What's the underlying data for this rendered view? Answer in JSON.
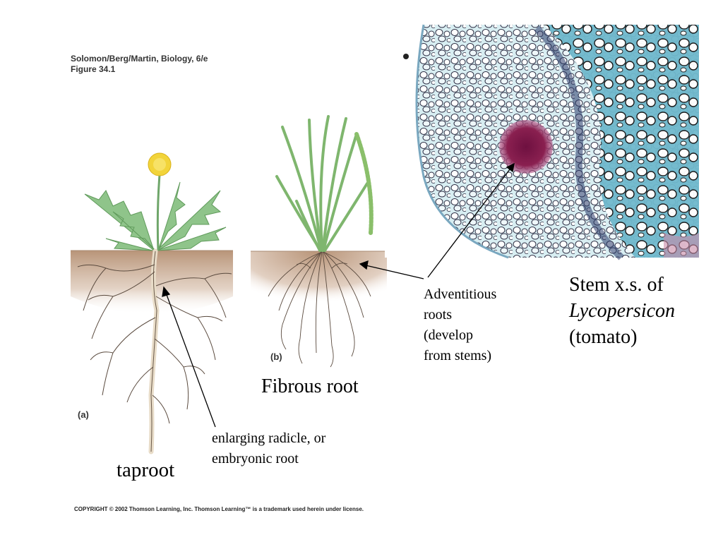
{
  "source": {
    "line1": "Solomon/Berg/Martin, Biology, 6/e",
    "line2": "Figure 34.1"
  },
  "panels": {
    "a": "(a)",
    "b": "(b)"
  },
  "labels": {
    "taproot": "taproot",
    "fibrous_root": "Fibrous root",
    "radicle_line1": "enlarging radicle, or",
    "radicle_line2": "embryonic root",
    "adventitious_line1": "Adventitious",
    "adventitious_line2": "roots",
    "adventitious_line3": "(develop",
    "adventitious_line4": "from stems)",
    "stem_line1": "Stem x.s. of",
    "stem_line2": "Lycopersicon",
    "stem_line3": "(tomato)"
  },
  "copyright": "COPYRIGHT © 2002 Thomson Learning, Inc. Thomson Learning™ is a trademark used herein under license.",
  "colors": {
    "soil": "#c8a88c",
    "leaf": "#8fc48a",
    "flower": "#f2d43a",
    "micrograph_cyan": "#7fc8d8",
    "micrograph_stain": "#8a2050"
  }
}
